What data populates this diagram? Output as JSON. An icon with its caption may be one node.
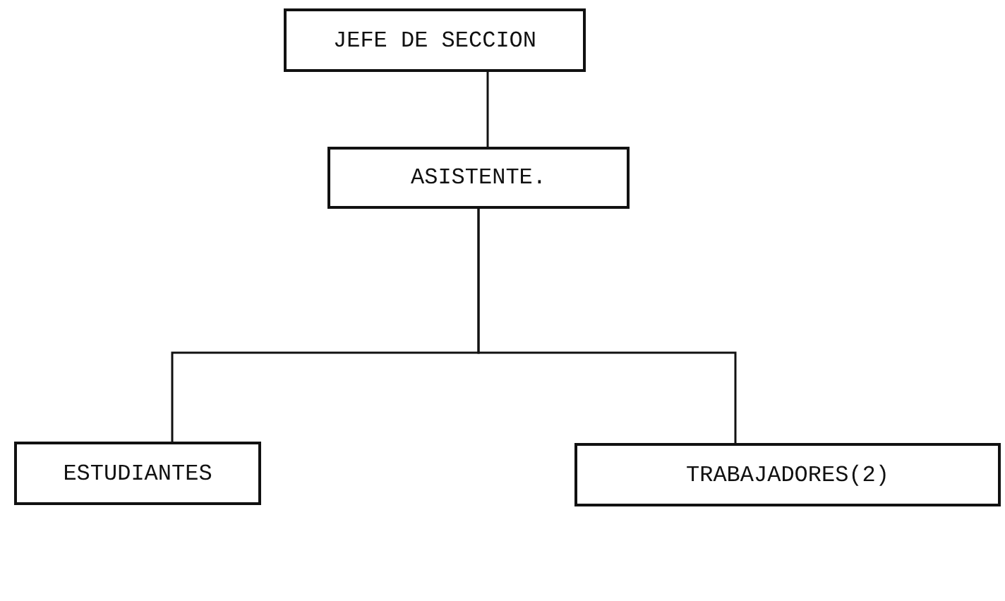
{
  "diagram": {
    "nodes": [
      {
        "text": [
          "JEFE DE SECCION"
        ]
      },
      {
        "text": [
          "ASISTENTE."
        ]
      },
      {
        "text": [
          "ESTUDIANTES"
        ]
      },
      {
        "text": [
          "TRABAJADORES(2)"
        ]
      }
    ],
    "edges": [
      {
        "from": 0,
        "to": 1,
        "arrow": "none"
      },
      {
        "from": 1,
        "to": 2,
        "arrow": "none"
      },
      {
        "from": 1,
        "to": 3,
        "arrow": "none"
      }
    ]
  }
}
